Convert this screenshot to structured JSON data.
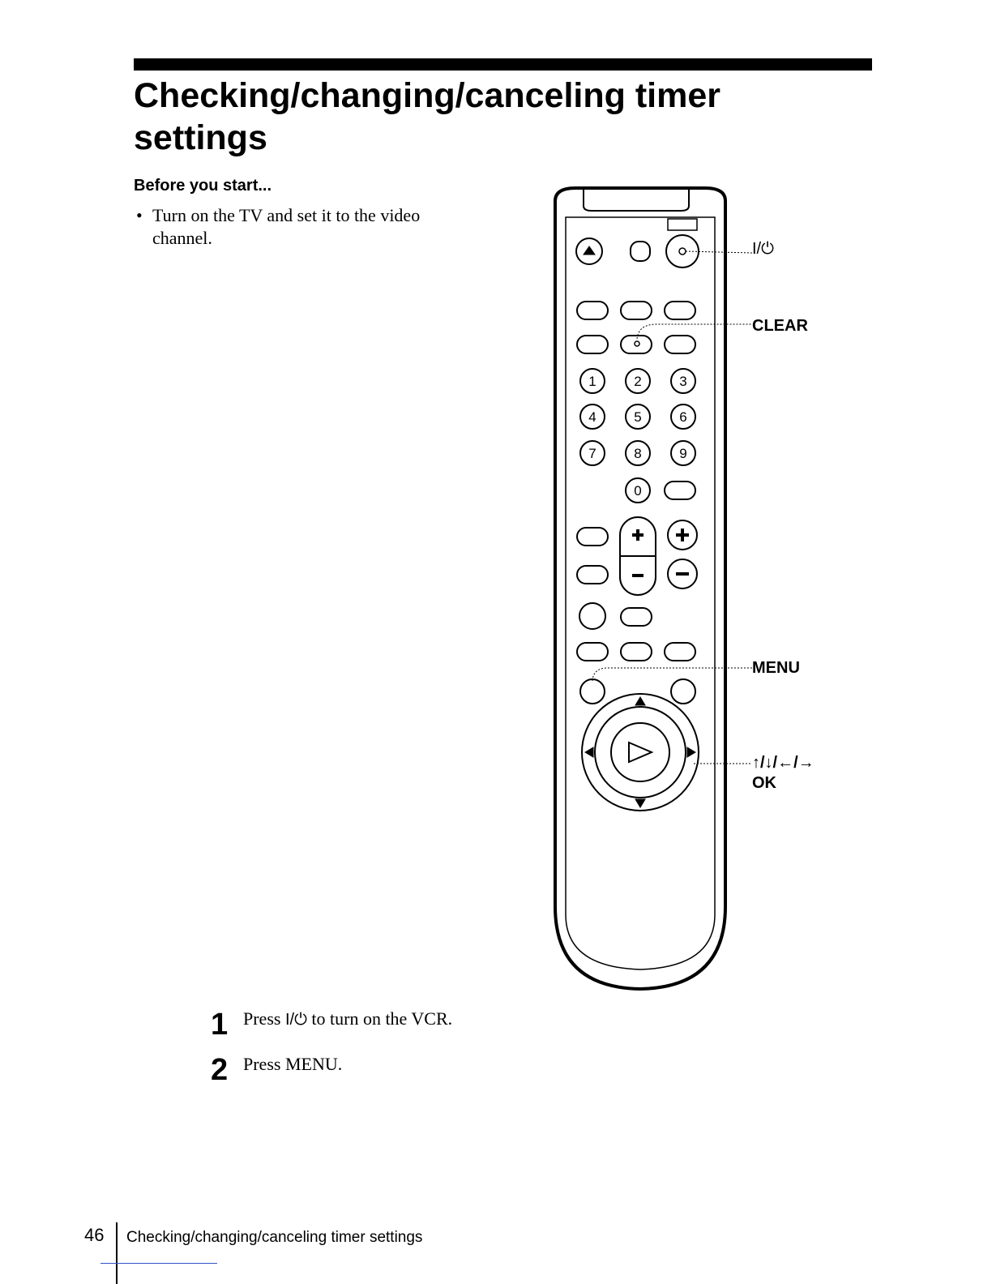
{
  "title": "Checking/changing/canceling timer settings",
  "before": {
    "heading": "Before you start...",
    "bullets": [
      "Turn on the TV and set it to the video channel."
    ]
  },
  "callouts": {
    "power": "I/⏻",
    "clear": "CLEAR",
    "menu": "MENU",
    "arrows": "↑/↓/←/→",
    "ok": "OK"
  },
  "remote_labels": {
    "numbers": [
      "1",
      "2",
      "3",
      "4",
      "5",
      "6",
      "7",
      "8",
      "9",
      "0"
    ]
  },
  "steps": [
    {
      "number": "1",
      "prefix": "Press ",
      "button": "I/⏻",
      "suffix": " to turn on the VCR."
    },
    {
      "number": "2",
      "prefix": "Press MENU.",
      "button": "",
      "suffix": ""
    }
  ],
  "footer": {
    "page_number": "46",
    "section_title": "Checking/changing/canceling timer settings"
  }
}
